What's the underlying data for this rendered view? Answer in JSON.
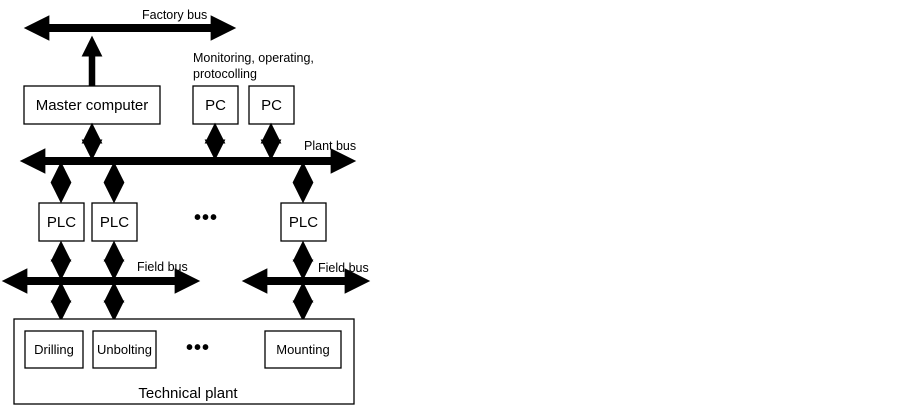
{
  "labels": {
    "factory_bus": "Factory bus",
    "plant_bus": "Plant bus",
    "field_bus_1": "Field bus",
    "field_bus_2": "Field bus",
    "monitoring_line1": "Monitoring, operating,",
    "monitoring_line2": "protocolling",
    "technical_plant": "Technical plant",
    "ellipsis": "•••"
  },
  "nodes": {
    "master_computer": "Master computer",
    "pc_1": "PC",
    "pc_2": "PC",
    "plc_1": "PLC",
    "plc_2": "PLC",
    "plc_3": "PLC",
    "drilling": "Drilling",
    "unbolting": "Unbolting",
    "mounting": "Mounting"
  }
}
